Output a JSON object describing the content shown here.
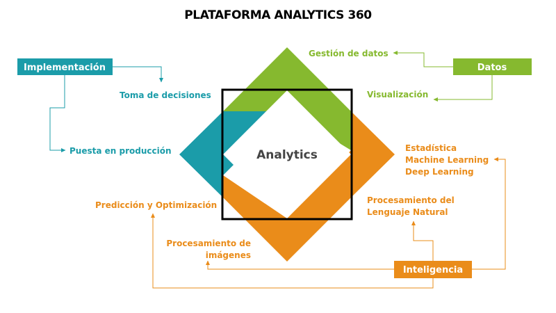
{
  "title": "PLATAFORMA ANALYTICS 360",
  "center": {
    "label": "Analytics"
  },
  "colors": {
    "teal": "#1b9ca9",
    "green": "#86b92f",
    "orange": "#ea8c1a",
    "border": "#000000",
    "center_text": "#444444"
  },
  "groups": {
    "implementacion": {
      "box_label": "Implementación",
      "items": [
        "Toma de decisiones",
        "Puesta en producción"
      ]
    },
    "datos": {
      "box_label": "Datos",
      "items": [
        "Gestión de datos",
        "Visualización"
      ]
    },
    "inteligencia": {
      "box_label": "Inteligencia",
      "items": [
        "Estadística",
        "Machine Learning",
        "Deep Learning",
        "Procesamiento del",
        "Lenguaje Natural",
        "Predicción y Optimización",
        "Procesamiento de",
        "imágenes"
      ]
    }
  }
}
